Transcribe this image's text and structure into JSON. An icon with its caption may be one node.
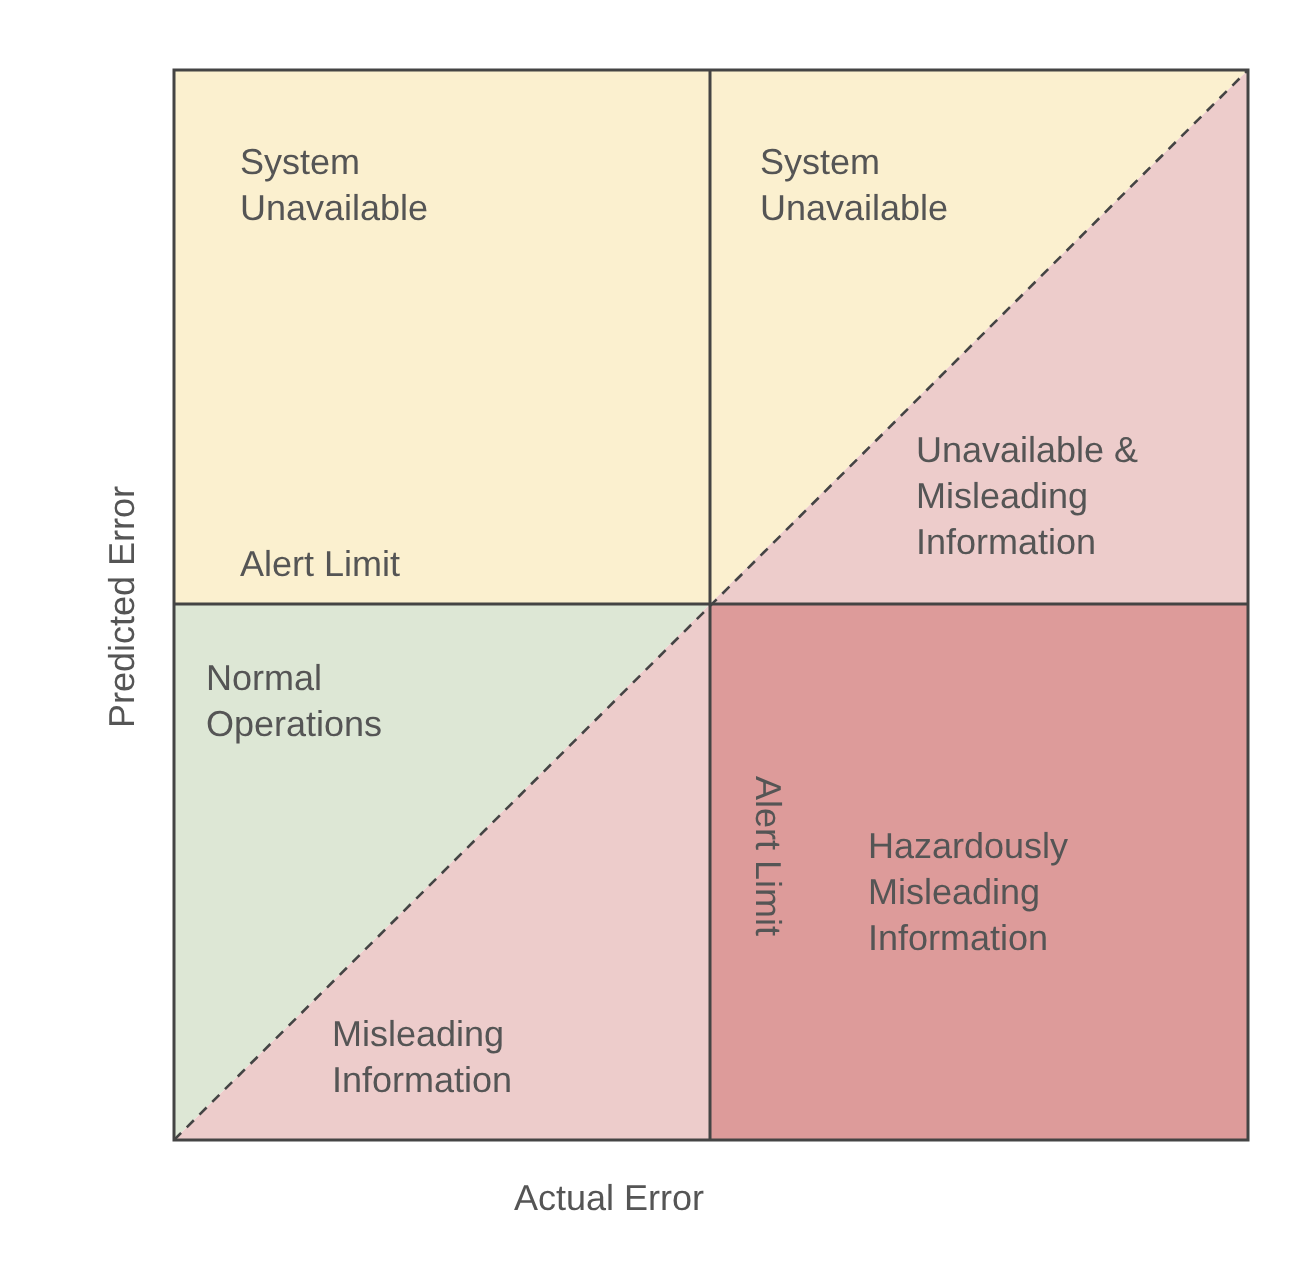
{
  "diagram": {
    "nodes": [
      {
        "text": [
          "System Unavailable"
        ]
      },
      {
        "text": [
          "System Unavailable"
        ]
      },
      {
        "text": [
          "Unavailable & Misleading Information"
        ]
      },
      {
        "text": [
          "Normal Operations"
        ]
      },
      {
        "text": [
          "Misleading Information"
        ]
      },
      {
        "text": [
          "Hazardously Misleading Information"
        ]
      }
    ],
    "labels": [
      "Alert Limit",
      "Alert Limit",
      "Predicted Error",
      "Actual Error"
    ]
  }
}
